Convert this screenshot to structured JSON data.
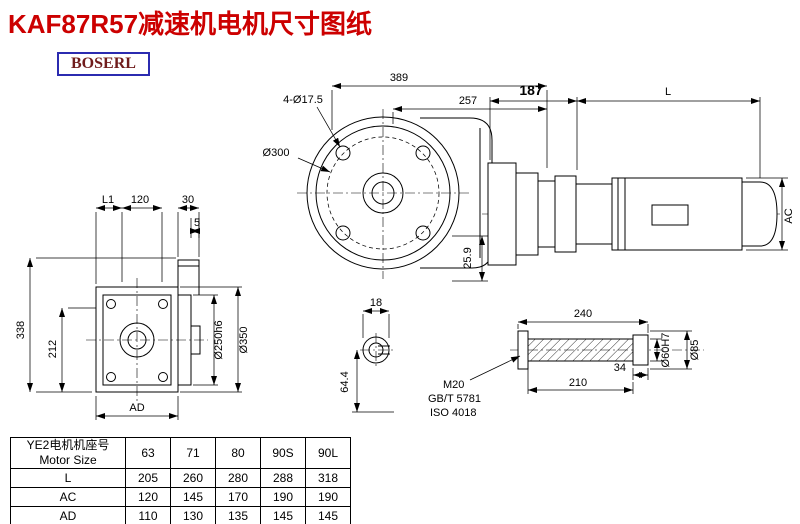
{
  "page": {
    "title": "KAF87R57减速机电机尺寸图纸",
    "brand": "BOSERL"
  },
  "front_view": {
    "dim_total_width": "389",
    "dim_flange_offset": "257",
    "dim_bolt_holes": "4-Ø17.5",
    "dim_flange_diameter": "Ø300",
    "dim_offset_small": "25.9",
    "dim_shaft_width": "18",
    "dim_shaft_height": "64.4"
  },
  "motor_view": {
    "dim_adapter_length": "187",
    "dim_motor_length": "L",
    "dim_motor_diameter": "AC"
  },
  "side_view": {
    "dim_l1": "L1",
    "dim_120": "120",
    "dim_30": "30",
    "dim_5": "5",
    "dim_total_height": "338",
    "dim_center_height": "212",
    "dim_ad": "AD",
    "dim_spigot": "Ø250h6",
    "dim_flange_od": "Ø350"
  },
  "shaft_detail": {
    "dim_length": "240",
    "dim_34": "34",
    "dim_210": "210",
    "thread_label": "M20",
    "standard_gb": "GB/T 5781",
    "standard_iso": "ISO 4018",
    "dim_bore": "Ø60H7",
    "dim_hub": "Ø85"
  },
  "table": {
    "header": {
      "line1": "YE2电机机座号",
      "line2": "Motor Size"
    },
    "columns": [
      "63",
      "71",
      "80",
      "90S",
      "90L"
    ],
    "rows": [
      {
        "label": "L",
        "values": [
          "205",
          "260",
          "280",
          "288",
          "318"
        ]
      },
      {
        "label": "AC",
        "values": [
          "120",
          "145",
          "170",
          "190",
          "190"
        ]
      },
      {
        "label": "AD",
        "values": [
          "110",
          "130",
          "135",
          "145",
          "145"
        ]
      }
    ]
  }
}
